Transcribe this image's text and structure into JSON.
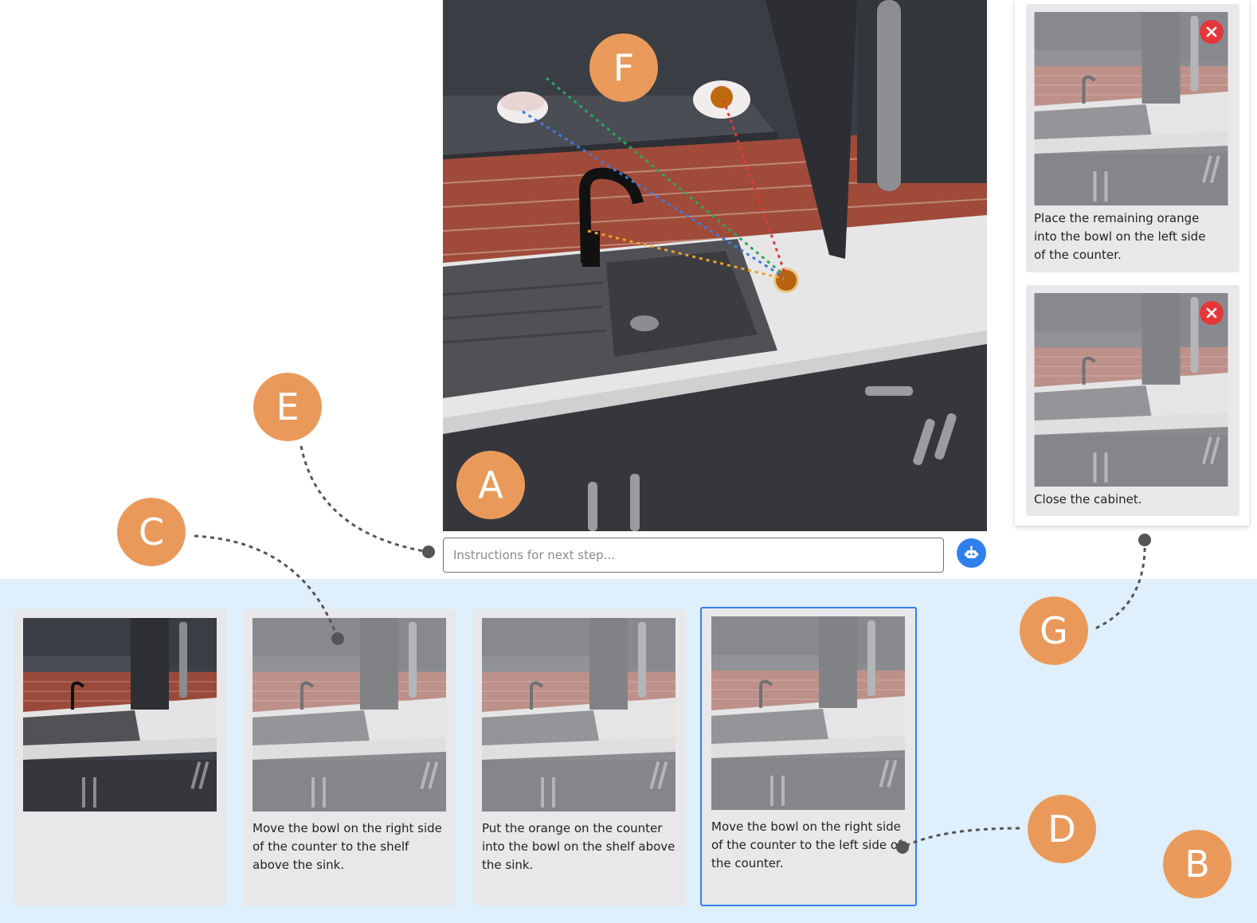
{
  "input": {
    "placeholder": "Instructions for next step..."
  },
  "icons": {
    "submit": "robot-icon",
    "remove": "close-icon"
  },
  "colors": {
    "accent": "#2f80ed",
    "danger": "#e5373b",
    "callout": "#e99a5b",
    "history_background": "#dfeffb"
  },
  "suggestions": [
    {
      "text": "Place the remaining orange into the bowl on the left side of the counter."
    },
    {
      "text": "Close the cabinet."
    }
  ],
  "history": [
    {
      "text": ""
    },
    {
      "text": "Move the bowl on the right side of the counter to the shelf above the sink."
    },
    {
      "text": "Put the orange on the counter into the bowl on the shelf above the sink."
    },
    {
      "text": "Move the bowl on the right side of the counter to the left side of the counter.",
      "selected": true
    }
  ],
  "callouts": {
    "a": "A",
    "b": "B",
    "c": "C",
    "d": "D",
    "e": "E",
    "f": "F",
    "g": "G"
  }
}
